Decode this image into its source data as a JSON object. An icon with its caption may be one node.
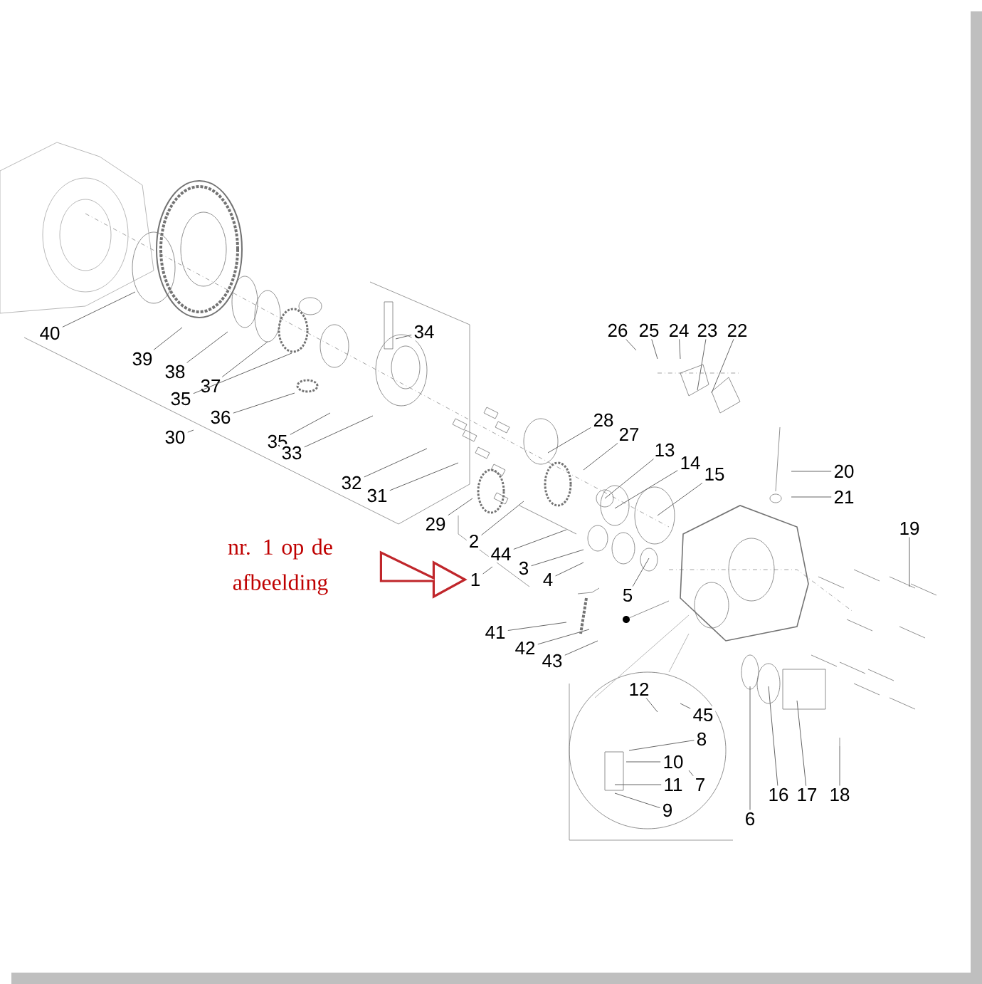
{
  "diagram": {
    "nodes": [
      {
        "text": [
          "nr. 1 op de afbeelding"
        ]
      },
      {
        "text": [
          "40"
        ]
      },
      {
        "text": [
          "39"
        ]
      },
      {
        "text": [
          "38"
        ]
      },
      {
        "text": [
          "37"
        ]
      },
      {
        "text": [
          "35"
        ]
      },
      {
        "text": [
          "36"
        ]
      },
      {
        "text": [
          "30"
        ]
      },
      {
        "text": [
          "35"
        ]
      },
      {
        "text": [
          "33"
        ]
      },
      {
        "text": [
          "34"
        ]
      },
      {
        "text": [
          "26"
        ]
      },
      {
        "text": [
          "25"
        ]
      },
      {
        "text": [
          "24"
        ]
      },
      {
        "text": [
          "23"
        ]
      },
      {
        "text": [
          "22"
        ]
      },
      {
        "text": [
          "28"
        ]
      },
      {
        "text": [
          "27"
        ]
      },
      {
        "text": [
          "13"
        ]
      },
      {
        "text": [
          "14"
        ]
      },
      {
        "text": [
          "15"
        ]
      },
      {
        "text": [
          "20"
        ]
      },
      {
        "text": [
          "21"
        ]
      },
      {
        "text": [
          "32"
        ]
      },
      {
        "text": [
          "31"
        ]
      },
      {
        "text": [
          "29"
        ]
      },
      {
        "text": [
          "2"
        ]
      },
      {
        "text": [
          "44"
        ]
      },
      {
        "text": [
          "3"
        ]
      },
      {
        "text": [
          "4"
        ]
      },
      {
        "text": [
          "1"
        ]
      },
      {
        "text": [
          "5"
        ]
      },
      {
        "text": [
          "19"
        ]
      },
      {
        "text": [
          "41"
        ]
      },
      {
        "text": [
          "42"
        ]
      },
      {
        "text": [
          "43"
        ]
      },
      {
        "text": [
          "12"
        ]
      },
      {
        "text": [
          "45"
        ]
      },
      {
        "text": [
          "8"
        ]
      },
      {
        "text": [
          "10"
        ]
      },
      {
        "text": [
          "11"
        ]
      },
      {
        "text": [
          "7"
        ]
      },
      {
        "text": [
          "9"
        ]
      },
      {
        "text": [
          "16"
        ]
      },
      {
        "text": [
          "17"
        ]
      },
      {
        "text": [
          "18"
        ]
      },
      {
        "text": [
          "6"
        ]
      }
    ],
    "edges": [
      {
        "from": 0,
        "to": 30,
        "arrow": "to",
        "style": "thick",
        "color": "#c0262b"
      },
      {
        "from": 1,
        "to": null,
        "arrow": "none"
      },
      {
        "from": 2,
        "to": null,
        "arrow": "none"
      },
      {
        "from": 3,
        "to": null,
        "arrow": "none"
      },
      {
        "from": 4,
        "to": null,
        "arrow": "none"
      },
      {
        "from": 5,
        "to": null,
        "arrow": "none"
      },
      {
        "from": 6,
        "to": null,
        "arrow": "none"
      },
      {
        "from": 7,
        "to": null,
        "arrow": "none"
      },
      {
        "from": 8,
        "to": null,
        "arrow": "none"
      },
      {
        "from": 9,
        "to": null,
        "arrow": "none"
      },
      {
        "from": 10,
        "to": null,
        "arrow": "none"
      },
      {
        "from": 11,
        "to": null,
        "arrow": "none"
      },
      {
        "from": 12,
        "to": null,
        "arrow": "none"
      },
      {
        "from": 13,
        "to": null,
        "arrow": "none"
      },
      {
        "from": 14,
        "to": null,
        "arrow": "none"
      },
      {
        "from": 15,
        "to": null,
        "arrow": "none"
      },
      {
        "from": 16,
        "to": null,
        "arrow": "none"
      },
      {
        "from": 17,
        "to": null,
        "arrow": "none"
      },
      {
        "from": 18,
        "to": null,
        "arrow": "none"
      },
      {
        "from": 19,
        "to": null,
        "arrow": "none"
      },
      {
        "from": 20,
        "to": null,
        "arrow": "none"
      },
      {
        "from": 21,
        "to": null,
        "arrow": "none"
      },
      {
        "from": 22,
        "to": null,
        "arrow": "none"
      },
      {
        "from": 23,
        "to": null,
        "arrow": "none"
      },
      {
        "from": 24,
        "to": null,
        "arrow": "none"
      },
      {
        "from": 25,
        "to": null,
        "arrow": "none"
      },
      {
        "from": 26,
        "to": null,
        "arrow": "none"
      },
      {
        "from": 27,
        "to": null,
        "arrow": "none"
      },
      {
        "from": 28,
        "to": null,
        "arrow": "none"
      },
      {
        "from": 29,
        "to": null,
        "arrow": "none"
      },
      {
        "from": 30,
        "to": null,
        "arrow": "none"
      },
      {
        "from": 31,
        "to": null,
        "arrow": "none"
      },
      {
        "from": 32,
        "to": null,
        "arrow": "none"
      },
      {
        "from": 33,
        "to": null,
        "arrow": "none"
      },
      {
        "from": 34,
        "to": null,
        "arrow": "none"
      },
      {
        "from": 35,
        "to": null,
        "arrow": "none"
      },
      {
        "from": 36,
        "to": null,
        "arrow": "none"
      },
      {
        "from": 37,
        "to": null,
        "arrow": "none"
      },
      {
        "from": 38,
        "to": null,
        "arrow": "none"
      },
      {
        "from": 39,
        "to": null,
        "arrow": "none"
      },
      {
        "from": 40,
        "to": null,
        "arrow": "none"
      },
      {
        "from": 41,
        "to": null,
        "arrow": "none"
      },
      {
        "from": 42,
        "to": null,
        "arrow": "none"
      },
      {
        "from": 43,
        "to": null,
        "arrow": "none"
      },
      {
        "from": 44,
        "to": null,
        "arrow": "none"
      },
      {
        "from": 45,
        "to": null,
        "arrow": "none"
      },
      {
        "from": 46,
        "to": null,
        "arrow": "none"
      }
    ]
  }
}
